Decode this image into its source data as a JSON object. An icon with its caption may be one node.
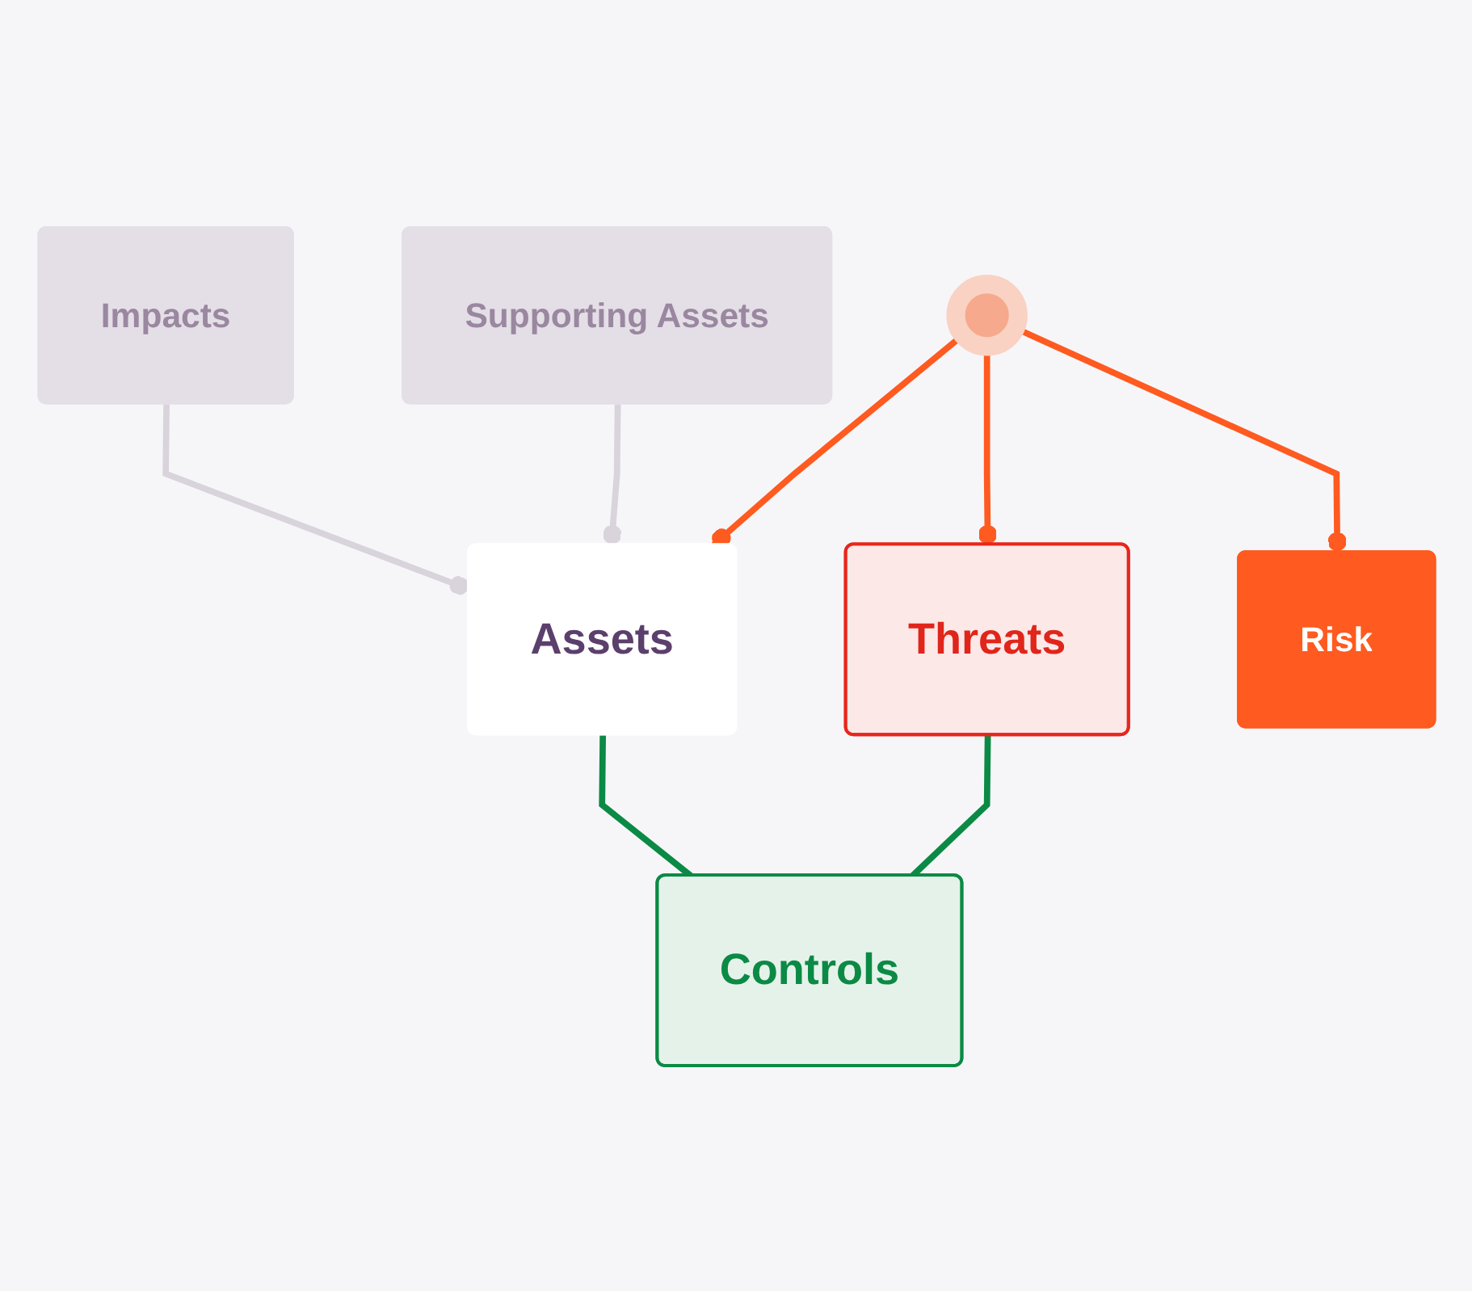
{
  "diagram": {
    "nodes": [
      {
        "text": [
          "Impacts"
        ]
      },
      {
        "text": [
          "Assets"
        ]
      },
      {
        "text": [
          "Supporting Assets"
        ]
      },
      {
        "text": [],
        "shape": "circle"
      },
      {
        "text": [
          "Threats"
        ]
      },
      {
        "text": [
          "Controls"
        ]
      },
      {
        "text": [
          "Risk"
        ]
      }
    ],
    "edges": [
      {
        "from": 0,
        "to": 1,
        "arrow": "other",
        "color": "#d9d3dc"
      },
      {
        "from": 2,
        "to": 1,
        "arrow": "other",
        "color": "#d9d3dc"
      },
      {
        "from": 3,
        "to": 1,
        "arrow": "other",
        "color": "#ff5a1f"
      },
      {
        "from": 3,
        "to": 4,
        "arrow": "other",
        "color": "#ff5a1f"
      },
      {
        "from": 3,
        "to": 6,
        "arrow": "other",
        "color": "#ff5a1f"
      },
      {
        "from": 1,
        "to": 5,
        "arrow": "none",
        "color": "#0b8a45"
      },
      {
        "from": 4,
        "to": 5,
        "arrow": "none",
        "color": "#0b8a45"
      }
    ]
  }
}
